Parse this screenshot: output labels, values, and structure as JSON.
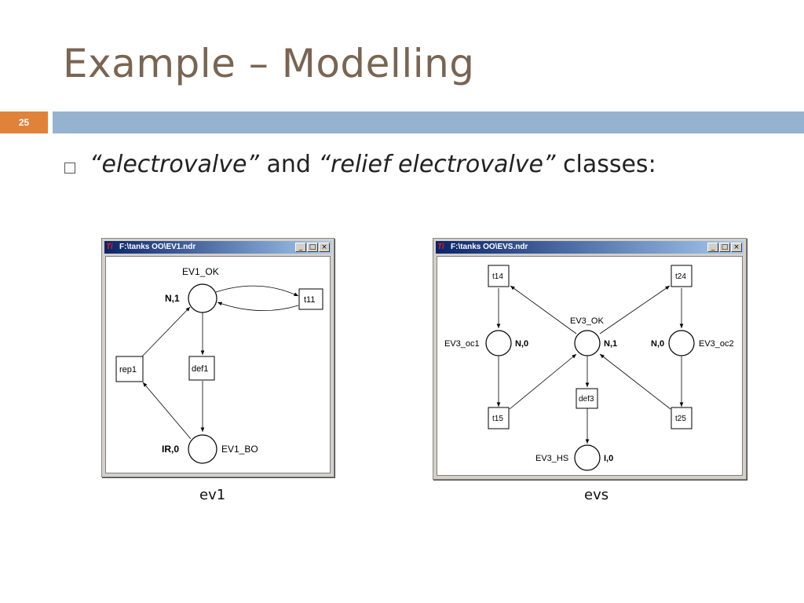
{
  "slide": {
    "title": "Example – Modelling",
    "number": "25"
  },
  "bullet": {
    "q1": "“electrovalve”",
    "and": " and ",
    "q2": "“relief  electrovalve”",
    "rest": " classes:"
  },
  "colors": {
    "title": "#7a6552",
    "number_bar": "#e1823a",
    "band": "#95b3d0"
  },
  "icons": {
    "bullet": "hollow-square-icon",
    "app": "tina-app-icon"
  },
  "window1": {
    "title": "F:\\tanks OO\\EV1.ndr",
    "controls": [
      "_",
      "□",
      "×"
    ],
    "caption": "ev1",
    "places": [
      {
        "id": "EV1_OK",
        "label": "EV1_OK",
        "marking": "N,1"
      },
      {
        "id": "EV1_BO",
        "label": "EV1_BO",
        "marking": "IR,0"
      }
    ],
    "transitions": [
      {
        "id": "t11",
        "label": "t11"
      },
      {
        "id": "def1",
        "label": "def1"
      },
      {
        "id": "rep1",
        "label": "rep1"
      }
    ]
  },
  "window2": {
    "title": "F:\\tanks OO\\EVS.ndr",
    "controls": [
      "_",
      "□",
      "×"
    ],
    "caption": "evs",
    "places": [
      {
        "id": "EV3_OK",
        "label": "EV3_OK",
        "marking": "N,1"
      },
      {
        "id": "EV3_oc1",
        "label": "EV3_oc1",
        "marking": "N,0"
      },
      {
        "id": "EV3_oc2",
        "label": "EV3_oc2",
        "marking": "N,0"
      },
      {
        "id": "EV3_HS",
        "label": "EV3_HS",
        "marking": "I,0"
      }
    ],
    "transitions": [
      {
        "id": "t14",
        "label": "t14"
      },
      {
        "id": "t15",
        "label": "t15"
      },
      {
        "id": "t24",
        "label": "t24"
      },
      {
        "id": "t25",
        "label": "t25"
      },
      {
        "id": "def3",
        "label": "def3"
      }
    ]
  }
}
